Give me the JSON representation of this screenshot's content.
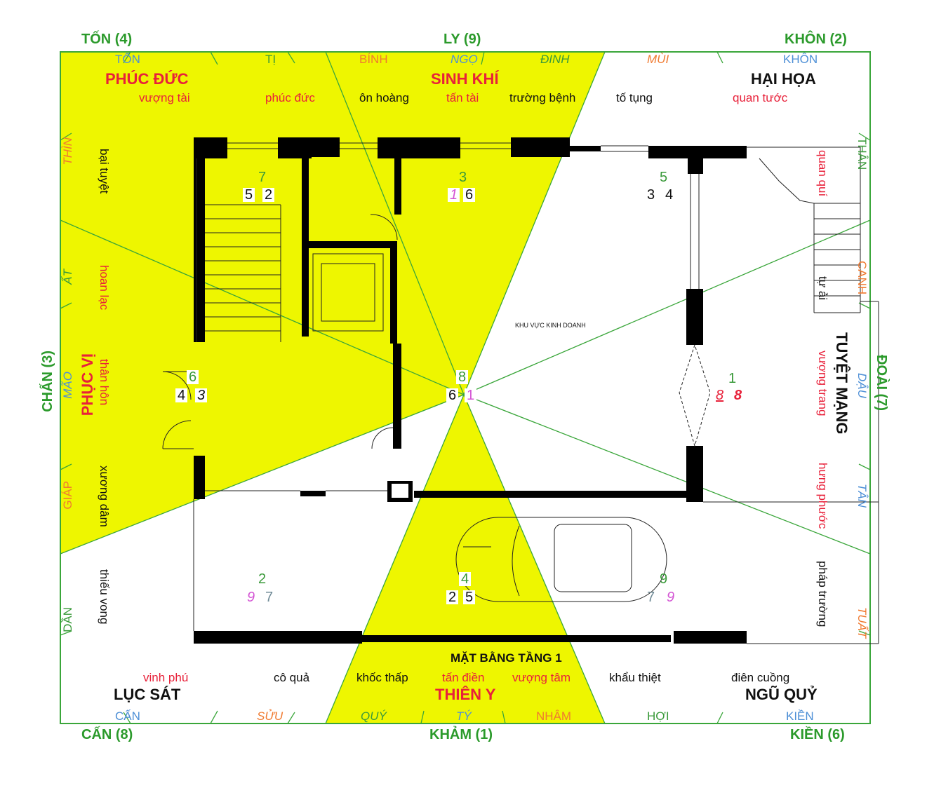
{
  "gua": {
    "ton": "TỐN (4)",
    "ly": "LY (9)",
    "khon": "KHÔN (2)",
    "chan": "CHẤN (3)",
    "doai": "ĐOÀI (7)",
    "can": "CẤN (8)",
    "kham": "KHẢM (1)",
    "kien": "KIỀN (6)"
  },
  "mountains": {
    "ton": "TỐN",
    "ti": "TỊ",
    "binh": "BÍNH",
    "ngo": "NGỌ",
    "dinh": "ĐINH",
    "mui": "MÙI",
    "khon": "KHÔN",
    "than_r": "THÂN",
    "canh": "CANH",
    "dau": "DẬU",
    "tan": "TÂN",
    "tuat": "TUẤT",
    "thin": "THÌN",
    "at": "ẤT",
    "mao": "MÃO",
    "giap": "GIÁP",
    "dan": "DẦN",
    "can": "CẤN",
    "suu": "SỬU",
    "quy": "QUÝ",
    "ty": "TÝ",
    "nham": "NHÂM",
    "hoi": "HỢI",
    "kien": "KIỀN"
  },
  "stars": {
    "phuc_duc": "PHÚC ĐỨC",
    "sinh_khi": "SINH KHÍ",
    "hai_hoa": "HẠI HỌA",
    "phuc_vi": "PHỤC VỊ",
    "tuyet_mang": "TUYỆT MẠNG",
    "luc_sat": "LỤC SÁT",
    "thien_y": "THIÊN Y",
    "ngu_quy": "NGŨ QUỶ"
  },
  "minor": {
    "vuong_tai": "vượng tài",
    "phuc_duc": "phúc đức",
    "on_hoang": "ôn hoàng",
    "tan_tai": "tấn tài",
    "truong_benh": "trường bệnh",
    "to_tung": "tố tụng",
    "quan_tuoc": "quan tước",
    "bai_tuyet": "bại tuyệt",
    "hoan_lac": "hoan lạc",
    "than_hon": "thân hôn",
    "xuong_dam": "xương dâm",
    "thieu_vong": "thiếu vong",
    "quan_qui": "quan quí",
    "tu_ai": "tự ải",
    "vuong_trang": "vượng trang",
    "hung_phuoc": "hưng phước",
    "phap_truong": "pháp trường",
    "vinh_phu": "vinh phú",
    "co_qua": "cô quả",
    "khoc_thap": "khốc thấp",
    "tan_dien": "tấn điền",
    "vuong_tam": "vượng tâm",
    "khau_thiet": "khẩu thiệt",
    "dien_cuong": "điên cuồng"
  },
  "flying": {
    "nw_top": "7",
    "nw_l": "5",
    "nw_r": "2",
    "n_top": "3",
    "n_l": "1",
    "n_r": "6",
    "ne_top": "5",
    "ne_l": "3",
    "ne_r": "4",
    "w_top": "6",
    "w_l": "4",
    "w_r": "3",
    "c_top": "8",
    "c_l": "6",
    "c_r": "1",
    "e_top": "1",
    "e_l": "8",
    "e_r": "8",
    "sw_top": "2",
    "sw_l": "9",
    "sw_r": "7",
    "s_top": "4",
    "s_l": "2",
    "s_r": "5",
    "se_top": "9",
    "se_l": "7",
    "se_r": "9"
  },
  "plan": {
    "business_area": "KHU VỰC KINH DOANH",
    "title": "MẶT BẰNG TẦNG 1"
  }
}
